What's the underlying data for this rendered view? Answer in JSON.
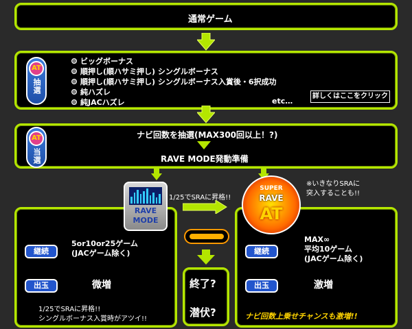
{
  "normal_game": "通常ゲーム",
  "at_lottery": {
    "pill_at": "AT",
    "pill_label": "抽選",
    "items": [
      "ビッグボーナス",
      "順押し(順ハサミ押し) シングルボーナス",
      "順押し(順ハサミ押し) シングルボーナス入賞後・6択成功",
      "純ハズレ",
      "純JACハズレ"
    ],
    "etc": "etc…",
    "detail_link": "詳しくはここをクリック"
  },
  "at_win": {
    "pill_at": "AT",
    "pill_label": "当選",
    "navi_text": "ナビ回数を抽選(MAX300回以上！?)",
    "rave_prep": "RAVE MODE発動準備"
  },
  "rave_logo": [
    "RAVE",
    "MODE"
  ],
  "upgrade_label": "1/25でSRAに昇格!!",
  "super_note": "※いきなりSRAに\n突入することも!!",
  "super_logo": [
    "SUPER",
    "RAVE",
    "AT"
  ],
  "rave_box": {
    "cont_tag": "継続",
    "cont_text": "5or10or25ゲーム\n(JACゲーム除く)",
    "out_tag": "出玉",
    "out_text": "微増",
    "note": "1/25でSRAに昇格!!\nシングルボーナス入賞時がアツイ!!"
  },
  "sra_box": {
    "cont_tag": "継続",
    "cont_text": "MAX∞\n平均10ゲーム\n(JACゲーム除く)",
    "out_tag": "出玉",
    "out_text": "激増",
    "note": "ナビ回数上乗せチャンスも激増!!"
  },
  "end_box": {
    "line1": "終了?",
    "line2": "潜伏?"
  }
}
